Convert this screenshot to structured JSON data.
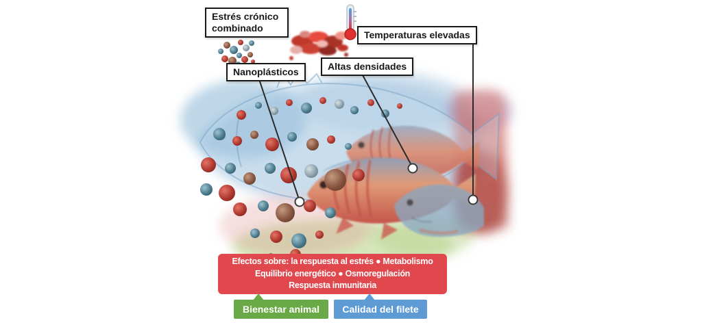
{
  "diagram": {
    "title_box": "Estrés crónico combinado",
    "stressors": {
      "temperature": "Temperaturas elevadas",
      "nanoplastics": "Nanoplásticos",
      "density": "Altas densidades"
    },
    "effects_banner": {
      "lines": [
        "Efectos sobre: la respuesta al estrés  ●  Metabolismo",
        "Equilibrio energético  ●  Osmoregulación",
        "Respuesta inmunitaria"
      ]
    },
    "outcomes": {
      "animal_welfare": "Bienestar animal",
      "fillet_quality": "Calidad del filete"
    },
    "icons": {
      "thermometer": "thermometer-icon",
      "nanoplastics_cluster": "nanoplastics-cluster-icon",
      "density_cluster": "fish-density-cluster-icon",
      "leader_dots": "leader-endpoint-dot"
    },
    "colors": {
      "banner_red": "#e0484e",
      "welfare_green": "#6aaa46",
      "fillet_blue": "#5e9bd4",
      "label_border": "#181818",
      "wash_blue": "#8fb8d8",
      "wash_red": "#c0392b",
      "wash_green": "#a3c96a"
    }
  }
}
